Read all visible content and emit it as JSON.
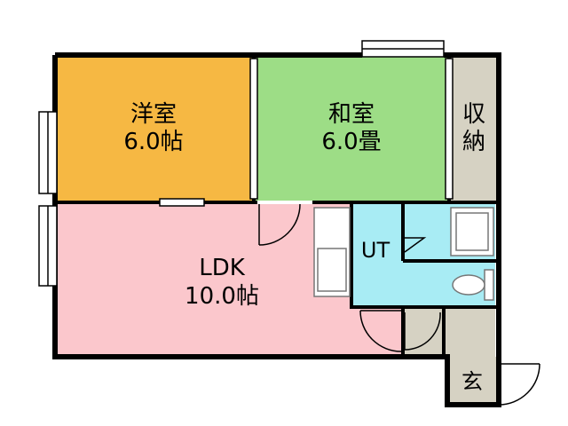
{
  "rooms": {
    "western_room": {
      "name": "洋室",
      "size": "6.0帖",
      "color": "#f6b843"
    },
    "japanese_room": {
      "name": "和室",
      "size": "6.0畳",
      "color": "#9ddd86"
    },
    "storage": {
      "line1": "収",
      "line2": "納",
      "color": "#d6d2c3"
    },
    "ldk": {
      "name": "LDK",
      "size": "10.0帖",
      "color": "#fbc7cc"
    },
    "utility": {
      "name": "UT",
      "color": "#a8ecf4"
    },
    "entrance": {
      "name": "玄",
      "color": "#d6d2c3"
    }
  },
  "colors": {
    "wall": "#000000",
    "fixture": "#ffffff",
    "fixture_outline": "#777777"
  }
}
